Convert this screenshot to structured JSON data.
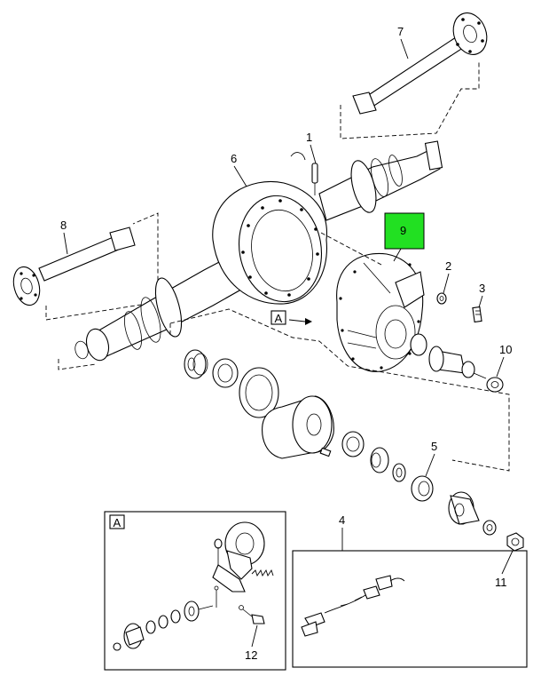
{
  "callouts": {
    "c1": "1",
    "c2": "2",
    "c3": "3",
    "c4": "4",
    "c5": "5",
    "c6": "6",
    "c7": "7",
    "c8": "8",
    "c9": "9",
    "c10": "10",
    "c11": "11",
    "c12": "12"
  },
  "view_label": "A",
  "inset_label": "A",
  "colors": {
    "highlight": "#22e022",
    "line": "#000000",
    "background": "#ffffff"
  },
  "icons": {
    "view_arrow": "arrow-right-icon"
  }
}
